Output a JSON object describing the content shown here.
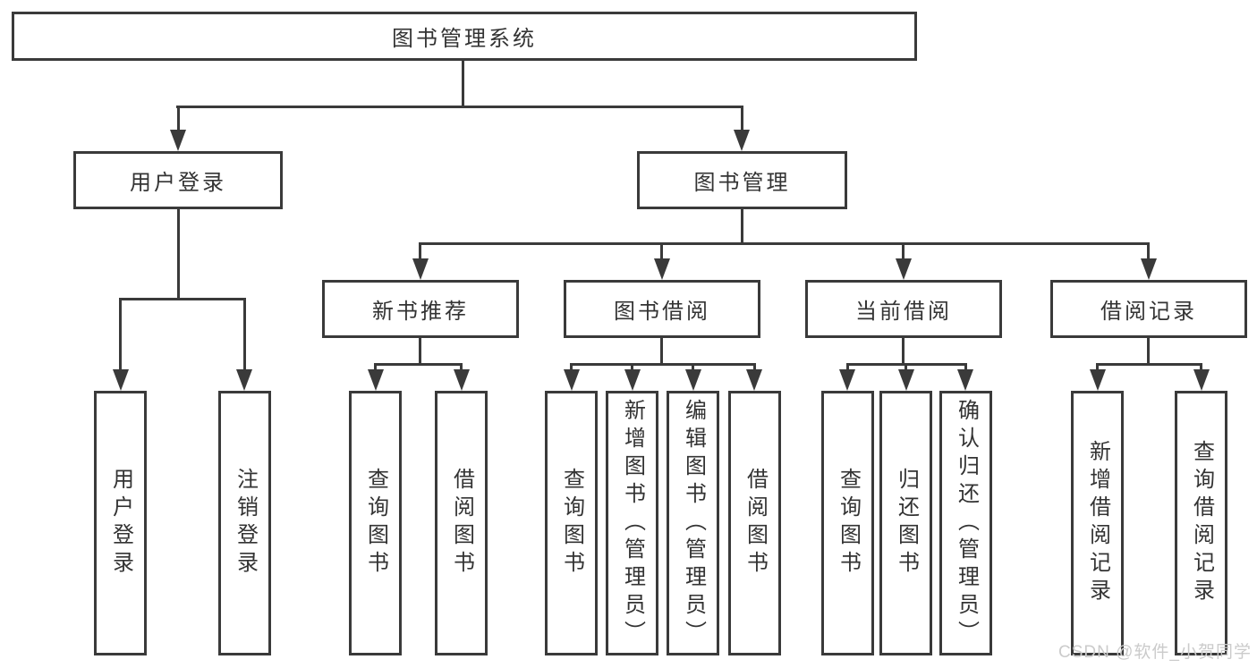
{
  "diagram_title": "图书管理系统",
  "tree": {
    "label": "图书管理系统",
    "children": [
      {
        "label": "用户登录",
        "children": [
          {
            "label": "用户登录"
          },
          {
            "label": "注销登录"
          }
        ]
      },
      {
        "label": "图书管理",
        "children": [
          {
            "label": "新书推荐",
            "children": [
              {
                "label": "查询图书"
              },
              {
                "label": "借阅图书"
              }
            ]
          },
          {
            "label": "图书借阅",
            "children": [
              {
                "label": "查询图书"
              },
              {
                "label": "新增图书（管理员）"
              },
              {
                "label": "编辑图书（管理员）"
              },
              {
                "label": "借阅图书"
              }
            ]
          },
          {
            "label": "当前借阅",
            "children": [
              {
                "label": "查询图书"
              },
              {
                "label": "归还图书"
              },
              {
                "label": "确认归还（管理员）"
              }
            ]
          },
          {
            "label": "借阅记录",
            "children": [
              {
                "label": "新增借阅记录"
              },
              {
                "label": "查询借阅记录"
              }
            ]
          }
        ]
      }
    ]
  },
  "watermark": "CSDN @软件_小贺同学",
  "colors": {
    "line": "#3a3a3a",
    "text": "#333333",
    "watermark": "#cbcbcb",
    "background": "#ffffff"
  }
}
